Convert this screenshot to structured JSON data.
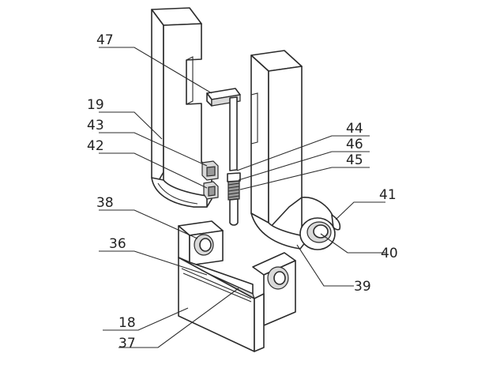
{
  "labels": {
    "l47": "47",
    "l19": "19",
    "l43": "43",
    "l42": "42",
    "l44": "44",
    "l46": "46",
    "l45": "45",
    "l41": "41",
    "l38": "38",
    "l40": "40",
    "l36": "36",
    "l39": "39",
    "l18": "18",
    "l37": "37"
  }
}
